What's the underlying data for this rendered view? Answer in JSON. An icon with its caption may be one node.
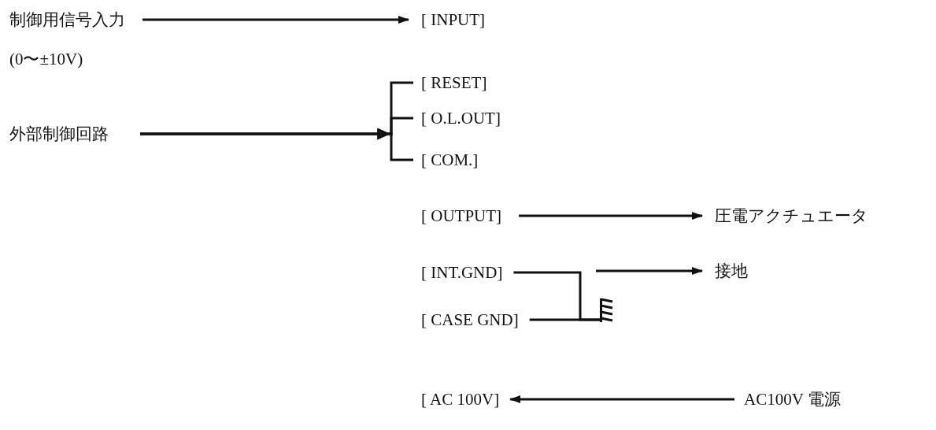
{
  "diagram": {
    "nodes": [
      {
        "text": [
          "制御用信号入力",
          "(0〜±10V)"
        ]
      },
      {
        "text": [
          "[ INPUT]"
        ]
      },
      {
        "text": [
          "外部制御回路"
        ]
      },
      {
        "text": [
          "[ RESET]"
        ]
      },
      {
        "text": [
          "[ O.L.OUT]"
        ]
      },
      {
        "text": [
          "[ COM.]"
        ]
      },
      {
        "text": [
          "[ OUTPUT]"
        ]
      },
      {
        "text": [
          "圧電アクチュエータ"
        ]
      },
      {
        "text": [
          "[ INT.GND]"
        ]
      },
      {
        "text": [
          "接地"
        ]
      },
      {
        "text": [
          "[ CASE GND]"
        ]
      },
      {
        "text": [],
        "shape": "ground"
      },
      {
        "text": [
          "[ AC 100V]"
        ]
      },
      {
        "text": [
          "AC100V 電源"
        ]
      }
    ],
    "edges": [
      {
        "from": 0,
        "to": 1,
        "arrow": "to"
      },
      {
        "from": 2,
        "to": 3,
        "arrow": "to"
      },
      {
        "from": 2,
        "to": 4,
        "arrow": "to"
      },
      {
        "from": 2,
        "to": 5,
        "arrow": "to"
      },
      {
        "from": 6,
        "to": 7,
        "arrow": "to"
      },
      {
        "from": 8,
        "to": 11,
        "arrow": "none"
      },
      {
        "from": 10,
        "to": 11,
        "arrow": "none"
      },
      {
        "from": null,
        "to": 9,
        "arrow": "to"
      },
      {
        "from": 13,
        "to": 12,
        "arrow": "to"
      }
    ]
  }
}
